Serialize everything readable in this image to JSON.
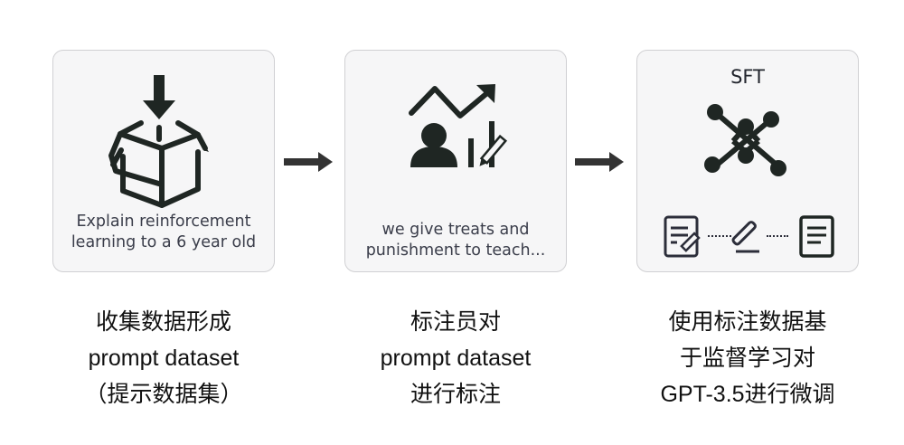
{
  "steps": [
    {
      "icon": "box-download-icon",
      "card_text": [
        "Explain reinforcement",
        "learning to a 6 year old"
      ],
      "caption": [
        "收集数据形成",
        "prompt dataset",
        "（提示数据集）"
      ]
    },
    {
      "icon": "labeler-chart-icon",
      "card_text": [
        "we give treats and",
        "punishment to teach..."
      ],
      "caption": [
        "标注员对",
        "prompt dataset",
        "进行标注"
      ]
    },
    {
      "icon": "neural-network-icon",
      "card_title": "SFT",
      "bottom_icons": [
        "edit-document-icon",
        "pen-icon",
        "document-icon"
      ],
      "caption": [
        "使用标注数据基",
        "于监督学习对",
        "GPT-3.5进行微调"
      ]
    }
  ],
  "arrows": [
    "right-arrow-icon",
    "right-arrow-icon"
  ],
  "colors": {
    "icon": "#1f2623",
    "card_bg": "#f6f6f7",
    "card_border": "#d0d0d3",
    "card_text": "#3a3d4a",
    "doc_icon": "#2c2e3a"
  }
}
